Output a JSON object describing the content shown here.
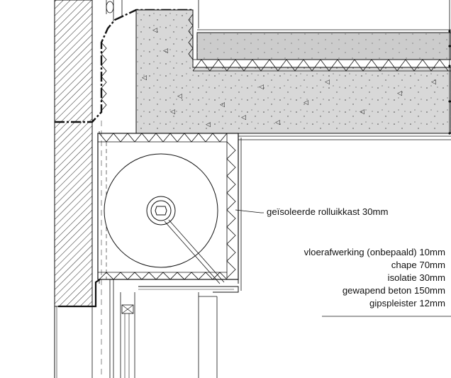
{
  "annotations": {
    "rolluikkast": "geïsoleerde rolluikkast 30mm",
    "floor_layers": [
      "vloerafwerking (onbepaald) 10mm",
      "chape 70mm",
      "isolatie 30mm",
      "gewapend beton 150mm",
      "gipspleister 12mm"
    ]
  },
  "colors": {
    "line": "#111111",
    "concrete": "#d8d8d8",
    "screed": "#cccccc",
    "hatch": "#333333"
  }
}
